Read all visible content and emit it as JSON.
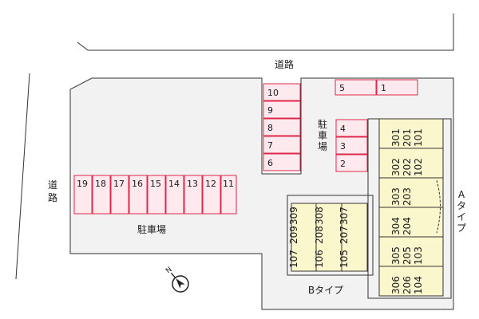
{
  "labels": {
    "road_top": "道路",
    "road_left": "道路",
    "parking_right": "駐車場",
    "parking_left": "駐車場",
    "type_b": "Bタイプ",
    "type_a": "Aタイプ"
  },
  "parking": {
    "column_right_of_notch": [
      "10",
      "9",
      "8",
      "7",
      "6"
    ],
    "top_row": [
      "5",
      "1"
    ],
    "near_building": [
      "4",
      "3",
      "2"
    ],
    "left_row": [
      "19",
      "18",
      "17",
      "16",
      "15",
      "14",
      "13",
      "12",
      "11"
    ]
  },
  "building_b": {
    "columns": [
      [
        "107",
        "209",
        "309"
      ],
      [
        "106",
        "208",
        "308"
      ],
      [
        "105",
        "207",
        "307"
      ]
    ]
  },
  "building_a": {
    "rows": [
      [
        "301",
        "201",
        "101"
      ],
      [
        "302",
        "202",
        "102"
      ],
      [
        "303",
        "203"
      ],
      [
        "304",
        "204"
      ],
      [
        "305",
        "205",
        "103"
      ],
      [
        "306",
        "206",
        "104"
      ]
    ]
  },
  "compass": {
    "label": "N"
  },
  "colors": {
    "parking_fill": "#fde9ee",
    "parking_stroke": "#e0284a",
    "building_fill": "#fbf7cc",
    "lot_fill": "#f2f2f2"
  }
}
